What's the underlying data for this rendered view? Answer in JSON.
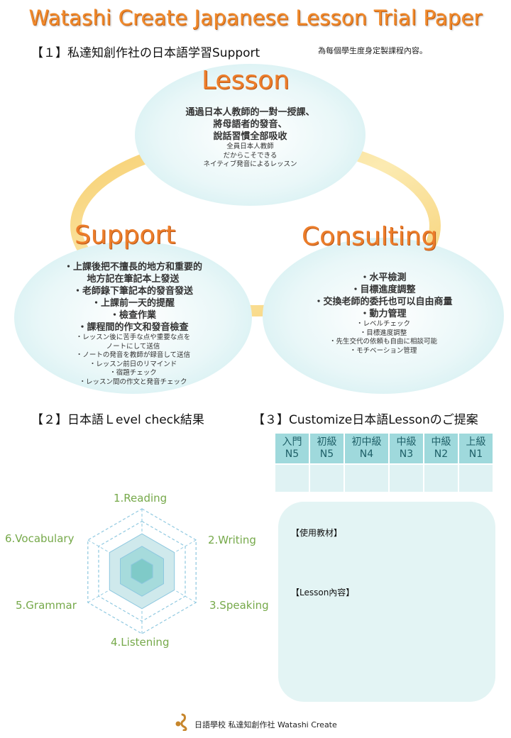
{
  "title": "Watashi Create Japanese Lesson Trial Paper",
  "section1": {
    "heading": "【１】私達知創作社の日本語学習Support",
    "note": "為每個學生度身定製課程內容。"
  },
  "lesson": {
    "label": "Lesson",
    "bold": [
      "通過日本人教師的一對一授課、",
      "將母語者的發音、",
      "說話習慣全部吸收"
    ],
    "small": [
      "全員日本人教師",
      "だからこそできる",
      "ネイティブ発音によるレッスン"
    ]
  },
  "support": {
    "label": "Support",
    "bold": [
      "・上課後把不擅長的地方和重要的",
      "地方記在筆記本上發送",
      "・老師錄下筆記本的發音發送",
      "・上課前一天的提醒",
      "・檢查作業",
      "・課程間的作文和發音檢查"
    ],
    "small": [
      "・レッスン後に苦手な点や重要な点を",
      "ノートにして送信",
      "・ノートの発音を教師が録音して送信",
      "・レッスン前日のリマインド",
      "・宿題チェック",
      "・レッスン間の作文と発音チェック"
    ]
  },
  "consulting": {
    "label": "Consulting",
    "bold": [
      "・水平檢測",
      "・目標進度調整",
      "・交換老師的委托也可以自由商量",
      "・動力管理"
    ],
    "small": [
      "・レベルチェック",
      "・目標進度調整",
      "・先生交代の依頼も自由に相談可能",
      "・モチベーション管理"
    ]
  },
  "section2": {
    "heading": "【２】日本語Ｌevel check結果"
  },
  "section3": {
    "heading": "【３】Customize日本語Lessonのご提案"
  },
  "levels": [
    {
      "top": "入門",
      "bottom": "N5"
    },
    {
      "top": "初級",
      "bottom": "N5"
    },
    {
      "top": "初中級",
      "bottom": "N4"
    },
    {
      "top": "中級",
      "bottom": "N3"
    },
    {
      "top": "中級",
      "bottom": "N2"
    },
    {
      "top": "上級",
      "bottom": "N1"
    }
  ],
  "radar": {
    "axes": [
      "1.Reading",
      "2.Writing",
      "3.Speaking",
      "4.Listening",
      "5.Grammar",
      "6.Vocabulary"
    ],
    "colors": {
      "label": "#76a94a",
      "grid": "#8ec8e0",
      "fill_outer": "#cfe9ec",
      "fill_mid": "#a6dbdc",
      "fill_inner": "#7fcac8"
    }
  },
  "proposal": {
    "materials_label": "【使用教材】",
    "content_label": "【Lesson內容】"
  },
  "footer": {
    "text": "日語學校 私達知創作社 Watashi Create"
  },
  "colors": {
    "accent": "#ec7d2a",
    "teal": "#9fd9dc",
    "ring": "#f7d37a"
  }
}
